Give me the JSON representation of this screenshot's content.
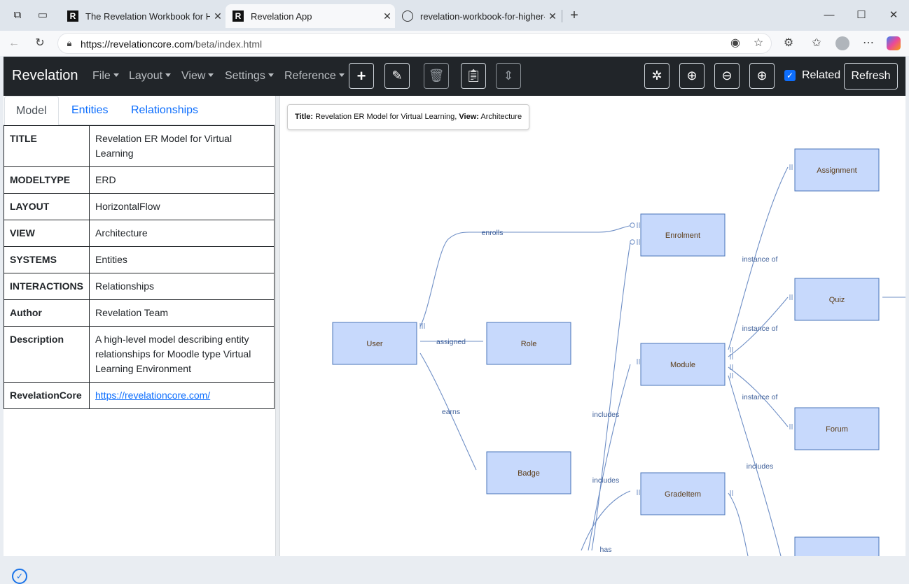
{
  "browser": {
    "tabs": [
      {
        "title": "The Revelation Workbook for Hig",
        "favicon": "R"
      },
      {
        "title": "Revelation App",
        "favicon": "R"
      },
      {
        "title": "revelation-workbook-for-higher-e",
        "favicon": "globe-icon"
      }
    ],
    "url_domain": "https://revelationcore.com",
    "url_path": "/beta/index.html"
  },
  "app": {
    "brand": "Revelation",
    "menus": [
      "File",
      "Layout",
      "View",
      "Settings",
      "Reference"
    ],
    "toolbar_icons": [
      "add-icon",
      "edit-icon",
      "delete-icon",
      "clipboard-icon",
      "fit-icon"
    ],
    "view_icons": [
      "collapse-icon",
      "center-icon",
      "zoom-out-icon",
      "zoom-in-icon"
    ],
    "related_label": "Related",
    "related_checked": true,
    "refresh_label": "Refresh"
  },
  "left_panel": {
    "tabs": [
      "Model",
      "Entities",
      "Relationships"
    ],
    "properties": [
      {
        "key": "TITLE",
        "value": "Revelation ER Model for Virtual Learning"
      },
      {
        "key": "MODELTYPE",
        "value": "ERD"
      },
      {
        "key": "LAYOUT",
        "value": "HorizontalFlow"
      },
      {
        "key": "VIEW",
        "value": "Architecture"
      },
      {
        "key": "SYSTEMS",
        "value": "Entities"
      },
      {
        "key": "INTERACTIONS",
        "value": "Relationships"
      },
      {
        "key": "Author",
        "value": "Revelation Team"
      },
      {
        "key": "Description",
        "value": "A high-level model describing entity relationships for Moodle type Virtual Learning Environment"
      },
      {
        "key": "RevelationCore",
        "value": "https://revelationcore.com/"
      }
    ]
  },
  "diagram": {
    "title_label": "Title:",
    "title_value": "Revelation ER Model for Virtual Learning",
    "view_label": "View:",
    "view_value": "Architecture",
    "entities": [
      "User",
      "Role",
      "Badge",
      "Enrolment",
      "Module",
      "GradeItem",
      "Assignment",
      "Quiz",
      "Forum"
    ],
    "relationships": [
      "enrolls",
      "assigned",
      "earns",
      "includes",
      "includes",
      "has",
      "instance of",
      "instance of",
      "instance of",
      "includes"
    ],
    "entity_fill": "#c7d9fc",
    "entity_stroke": "#4a74b8",
    "line_color": "#6f8fc6"
  }
}
